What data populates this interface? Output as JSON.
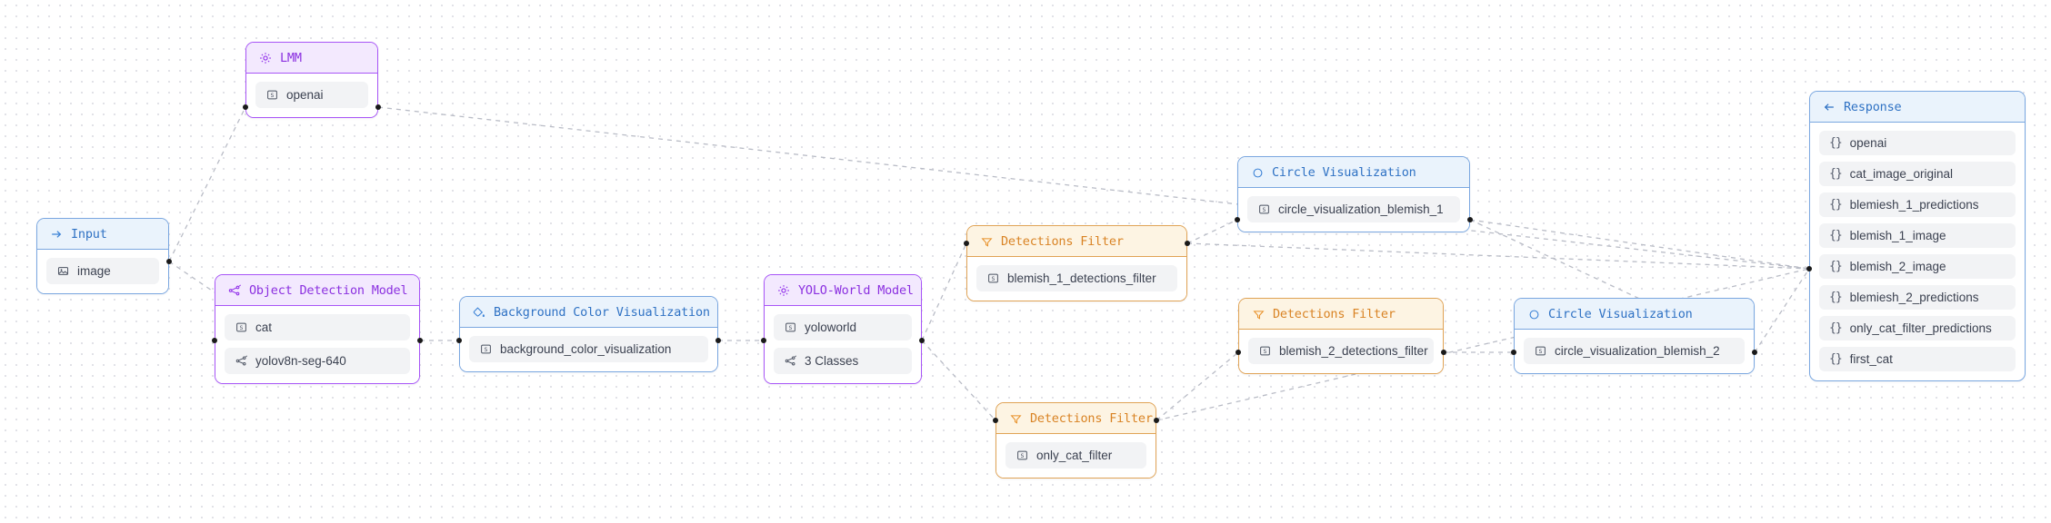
{
  "canvas": {
    "background_color": "#ffffff",
    "grid_dot_color": "#dcdde3",
    "edge_color": "#b9bcc6"
  },
  "palette": {
    "purple_border": "#a855f7",
    "purple_header_bg": "#f3e9fe",
    "purple_text": "#8b30e0",
    "blue_border": "#7aa7e0",
    "blue_header_bg": "#eaf3fc",
    "blue_text": "#2f72c4",
    "orange_border": "#e0a355",
    "orange_header_bg": "#fdf4e3",
    "orange_text": "#d98324",
    "row_bg": "#f2f3f5",
    "row_text": "#3b4150"
  },
  "nodes": {
    "lmm": {
      "title": "LMM",
      "icon": "gear-icon",
      "variant": "purple",
      "rows": [
        {
          "icon": "string-value-icon",
          "label": "openai"
        }
      ]
    },
    "input": {
      "title": "Input",
      "icon": "arrow-right-icon",
      "variant": "blue",
      "rows": [
        {
          "icon": "image-icon",
          "label": "image"
        }
      ]
    },
    "object_detection_model": {
      "title": "Object Detection Model",
      "icon": "model-graph-icon",
      "variant": "purple",
      "rows": [
        {
          "icon": "string-value-icon",
          "label": "cat"
        },
        {
          "icon": "model-graph-icon",
          "label": "yolov8n-seg-640"
        }
      ]
    },
    "background_color_visualization": {
      "title": "Background Color Visualization",
      "icon": "paint-bucket-icon",
      "variant": "blue",
      "rows": [
        {
          "icon": "string-value-icon",
          "label": "background_color_visualization"
        }
      ]
    },
    "yolo_world_model": {
      "title": "YOLO-World Model",
      "icon": "gear-icon",
      "variant": "purple",
      "rows": [
        {
          "icon": "string-value-icon",
          "label": "yoloworld"
        },
        {
          "icon": "model-graph-icon",
          "label": "3 Classes"
        }
      ]
    },
    "detections_filter_1": {
      "title": "Detections Filter",
      "icon": "funnel-icon",
      "variant": "orange",
      "rows": [
        {
          "icon": "string-value-icon",
          "label": "blemish_1_detections_filter"
        }
      ]
    },
    "detections_filter_2": {
      "title": "Detections Filter",
      "icon": "funnel-icon",
      "variant": "orange",
      "rows": [
        {
          "icon": "string-value-icon",
          "label": "blemish_2_detections_filter"
        }
      ]
    },
    "detections_filter_3": {
      "title": "Detections Filter",
      "icon": "funnel-icon",
      "variant": "orange",
      "rows": [
        {
          "icon": "string-value-icon",
          "label": "only_cat_filter"
        }
      ]
    },
    "circle_visualization_1": {
      "title": "Circle Visualization",
      "icon": "circle-icon",
      "variant": "blue",
      "rows": [
        {
          "icon": "string-value-icon",
          "label": "circle_visualization_blemish_1"
        }
      ]
    },
    "circle_visualization_2": {
      "title": "Circle Visualization",
      "icon": "circle-icon",
      "variant": "blue",
      "rows": [
        {
          "icon": "string-value-icon",
          "label": "circle_visualization_blemish_2"
        }
      ]
    }
  },
  "response_panel": {
    "title": "Response",
    "icon": "arrow-left-icon",
    "rows": [
      {
        "icon": "object-braces-icon",
        "label": "openai"
      },
      {
        "icon": "object-braces-icon",
        "label": "cat_image_original"
      },
      {
        "icon": "object-braces-icon",
        "label": "blemiesh_1_predictions"
      },
      {
        "icon": "object-braces-icon",
        "label": "blemish_1_image"
      },
      {
        "icon": "object-braces-icon",
        "label": "blemish_2_image"
      },
      {
        "icon": "object-braces-icon",
        "label": "blemiesh_2_predictions"
      },
      {
        "icon": "object-braces-icon",
        "label": "only_cat_filter_predictions"
      },
      {
        "icon": "object-braces-icon",
        "label": "first_cat"
      }
    ]
  }
}
